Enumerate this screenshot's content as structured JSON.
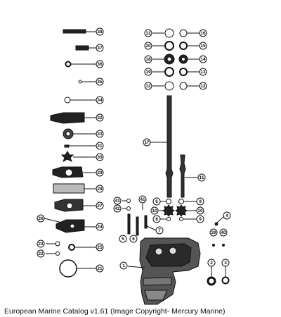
{
  "caption": "European Marine Catalog v1.61 (Image Copyright- Mercury Marine)",
  "callouts": [
    "38",
    "37",
    "36",
    "35",
    "34",
    "32",
    "33",
    "31",
    "30",
    "29",
    "28",
    "27",
    "26",
    "24",
    "23",
    "22",
    "25",
    "21",
    "12",
    "16",
    "20",
    "15",
    "18",
    "14",
    "19",
    "13",
    "12",
    "12",
    "17",
    "11",
    "43",
    "42",
    "41",
    "6",
    "9",
    "7",
    "10",
    "10",
    "8",
    "9",
    "4",
    "39",
    "40",
    "5",
    "6",
    "2",
    "3",
    "1"
  ]
}
